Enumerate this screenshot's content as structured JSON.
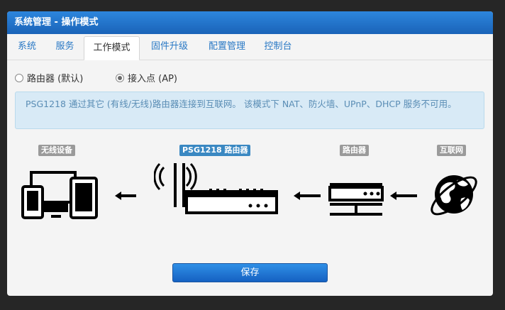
{
  "window": {
    "title": "系统管理 - 操作模式"
  },
  "tabs": [
    {
      "label": "系统"
    },
    {
      "label": "服务"
    },
    {
      "label": "工作模式",
      "active": true
    },
    {
      "label": "固件升级"
    },
    {
      "label": "配置管理"
    },
    {
      "label": "控制台"
    }
  ],
  "mode": {
    "options": [
      {
        "label": "路由器 (默认)",
        "selected": false
      },
      {
        "label": "接入点 (AP)",
        "selected": true
      }
    ]
  },
  "info": {
    "text": "PSG1218 通过其它 (有线/无线)路由器连接到互联网。 该模式下 NAT、防火墙、UPnP、DHCP 服务不可用。"
  },
  "diagram": {
    "labels": {
      "wireless_devices": "无线设备",
      "psg_router": "PSG1218 路由器",
      "router": "路由器",
      "internet": "互联网"
    },
    "icons": [
      "devices-icon",
      "wireless-router-icon",
      "router-icon",
      "globe-icon",
      "arrow-left-icon"
    ]
  },
  "actions": {
    "save_label": "保存"
  },
  "colors": {
    "titlebar": "#1a63b8",
    "tab_link": "#2a79c5",
    "info_bg": "#d8eaf6",
    "info_text": "#5a8db5",
    "badge_gray": "#9a9a9a",
    "badge_blue": "#3a88c2",
    "save_button": "#1561c2"
  }
}
